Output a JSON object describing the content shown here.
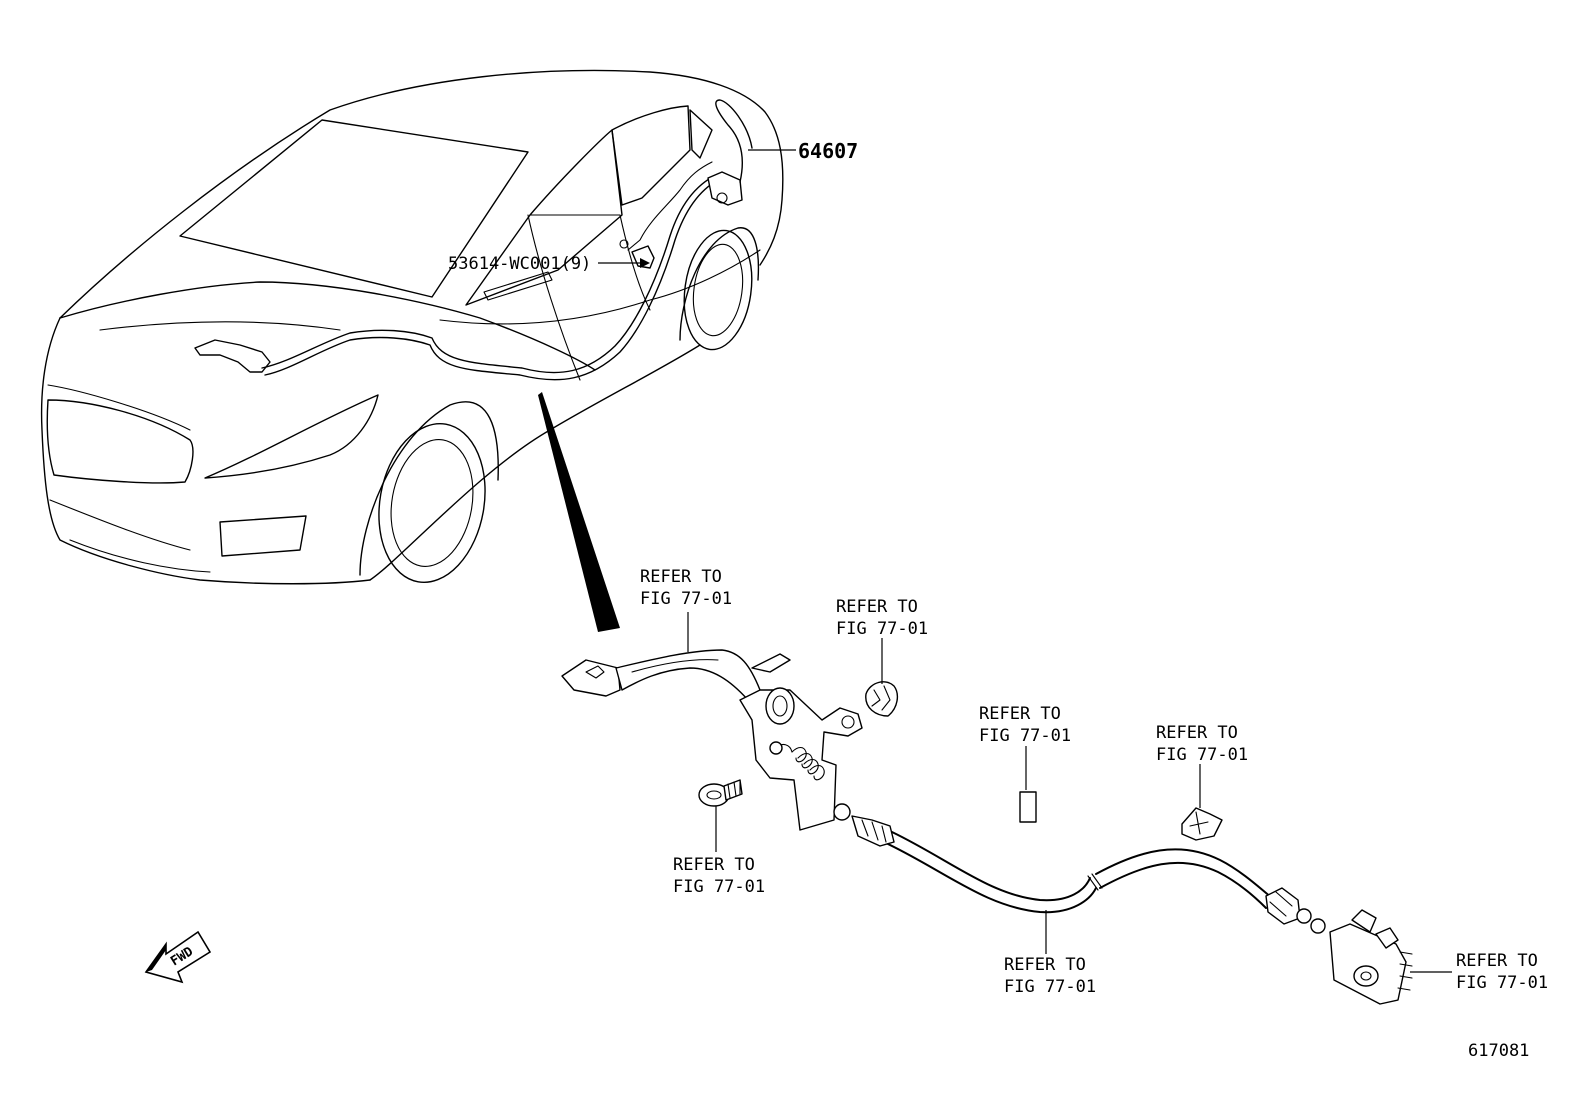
{
  "labels": {
    "part_64607": "64607",
    "part_53614": "53614-WC001(9)",
    "refer_line1": "REFER TO",
    "refer_line2": "FIG 77-01",
    "fwd": "FWD",
    "figure_number": "617081"
  }
}
